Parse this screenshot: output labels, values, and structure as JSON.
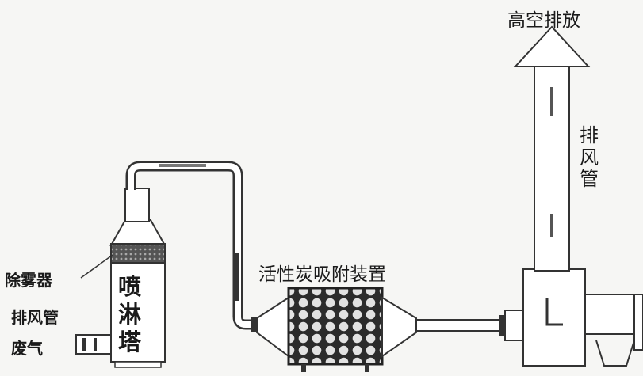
{
  "labels": {
    "outlet": "高空排放",
    "stack_label": [
      "排",
      "风",
      "管"
    ],
    "adsorber": "活性炭吸附装置",
    "tower": [
      "喷",
      "淋",
      "塔"
    ],
    "demister": "除雾器",
    "inlet_duct": "排风管",
    "waste_gas": "废气"
  },
  "colors": {
    "line": "#3a3a3a",
    "dark": "#1e1e1e",
    "background": "#f6f6f4"
  }
}
